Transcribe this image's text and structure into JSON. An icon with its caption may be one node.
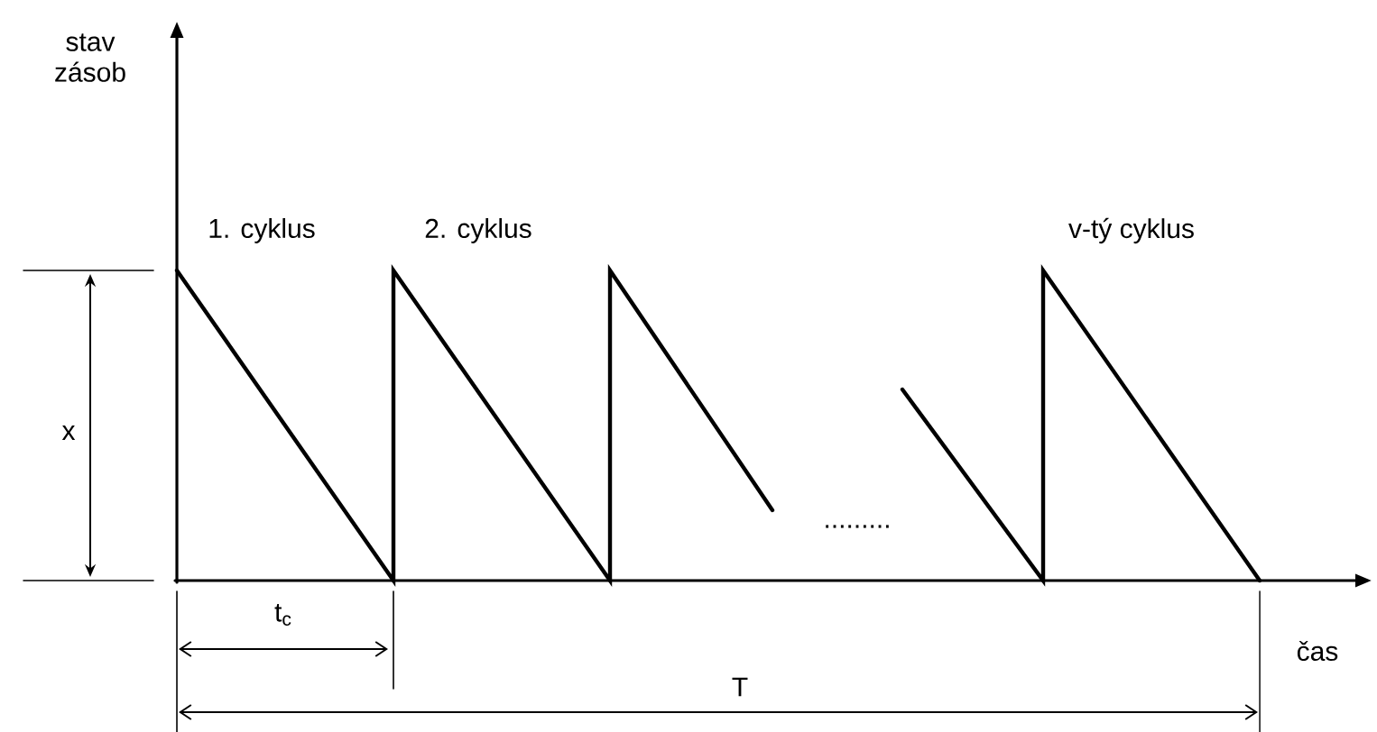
{
  "diagram": {
    "labels": [
      "stav zásob",
      "1. cyklus",
      "2. cyklus",
      "v-tý cyklus",
      "x",
      ".........",
      "t$_{c}$",
      "čas",
      "T"
    ]
  }
}
